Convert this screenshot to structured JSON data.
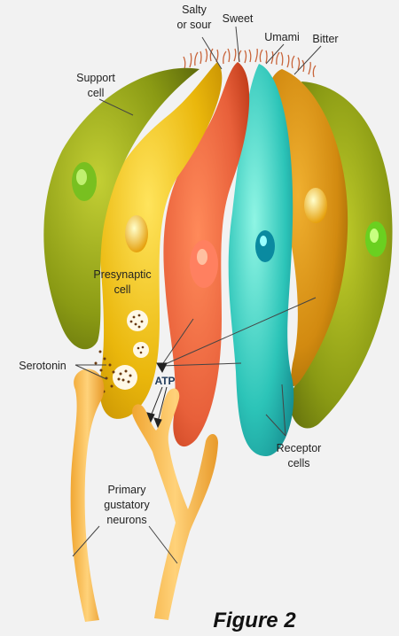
{
  "labels": {
    "salty_or_sour_line1": "Salty",
    "salty_or_sour_line2": "or sour",
    "sweet": "Sweet",
    "umami": "Umami",
    "bitter": "Bitter",
    "support_cell_line1": "Support",
    "support_cell_line2": "cell",
    "presynaptic_line1": "Presynaptic",
    "presynaptic_line2": "cell",
    "serotonin": "Serotonin",
    "atp": "ATP",
    "receptor_line1": "Receptor",
    "receptor_line2": "cells",
    "neurons_line1": "Primary",
    "neurons_line2": "gustatory",
    "neurons_line3": "neurons",
    "figure": "Figure 2"
  },
  "colors": {
    "background": "#f2f2f2",
    "support_cell": "#8a9a14",
    "presynaptic_cell": "#e8b40c",
    "salty_sour_cell": "#e8603a",
    "sweet_cell": "#2cc4b8",
    "umami_cell": "#d28a10",
    "bitter_cell": "#8a9a14",
    "neurons": "#f0a632"
  }
}
